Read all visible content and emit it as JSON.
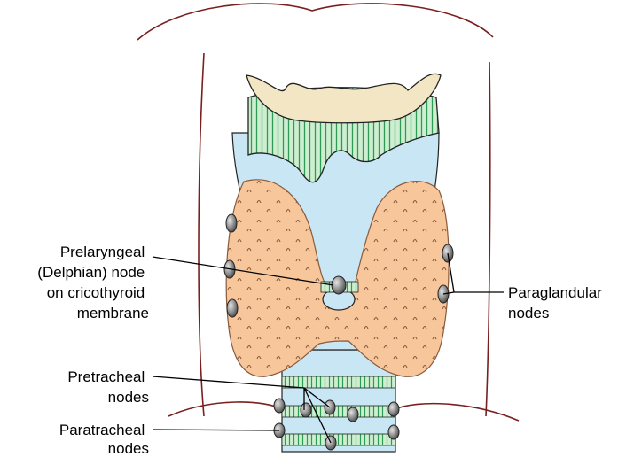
{
  "labels": {
    "prelaryngeal": [
      "Prelaryngeal",
      "(Delphian) node",
      "on cricothyroid",
      "membrane"
    ],
    "paraglandular": [
      "Paraglandular",
      "nodes"
    ],
    "pretracheal": [
      "Pretracheal",
      "nodes"
    ],
    "paratracheal": [
      "Paratracheal",
      "nodes"
    ]
  },
  "colors": {
    "outline": "#7a1f1f",
    "cartilage_stripes": "#2f9a53",
    "cartilage_fill": "#cdeed0",
    "hyoid": "#f3e6c4",
    "thyroid_gland": "#f7c69b",
    "airway": "#c8e6f4",
    "node": "#777777",
    "leader_line": "#000000"
  }
}
